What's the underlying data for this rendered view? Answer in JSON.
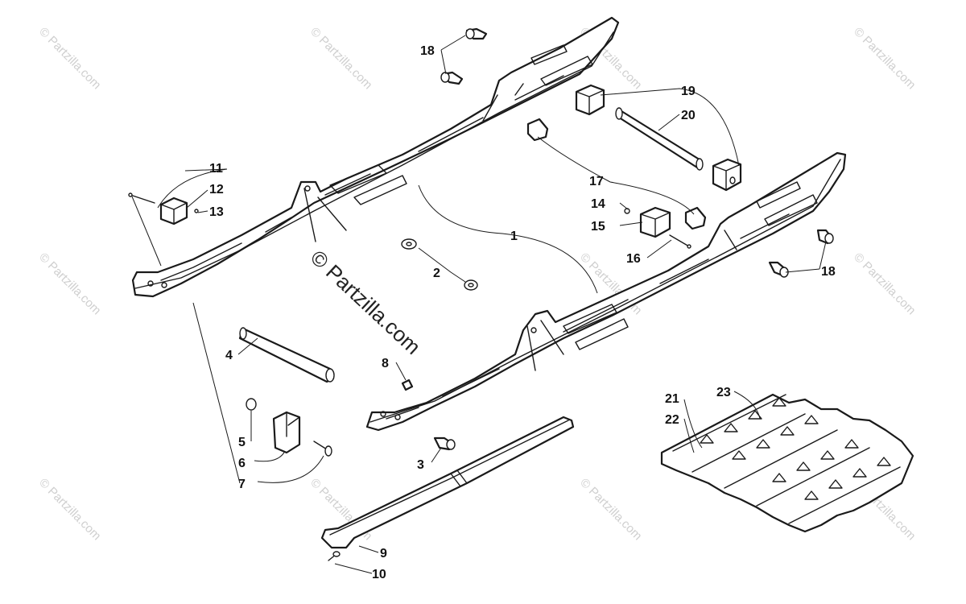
{
  "diagram": {
    "center_watermark": "© Partzilla.com",
    "watermark_text": "© Partzilla.com",
    "callouts": [
      {
        "id": "c1",
        "label": "1"
      },
      {
        "id": "c2",
        "label": "2"
      },
      {
        "id": "c3",
        "label": "3"
      },
      {
        "id": "c4",
        "label": "4"
      },
      {
        "id": "c5",
        "label": "5"
      },
      {
        "id": "c6",
        "label": "6"
      },
      {
        "id": "c7",
        "label": "7"
      },
      {
        "id": "c8",
        "label": "8"
      },
      {
        "id": "c9",
        "label": "9"
      },
      {
        "id": "c10",
        "label": "10"
      },
      {
        "id": "c11",
        "label": "11"
      },
      {
        "id": "c12",
        "label": "12"
      },
      {
        "id": "c13",
        "label": "13"
      },
      {
        "id": "c14",
        "label": "14"
      },
      {
        "id": "c15",
        "label": "15"
      },
      {
        "id": "c16",
        "label": "16"
      },
      {
        "id": "c17",
        "label": "17"
      },
      {
        "id": "c18a",
        "label": "18"
      },
      {
        "id": "c18b",
        "label": "18"
      },
      {
        "id": "c19",
        "label": "19"
      },
      {
        "id": "c20",
        "label": "20"
      },
      {
        "id": "c21",
        "label": "21"
      },
      {
        "id": "c22",
        "label": "22"
      },
      {
        "id": "c23",
        "label": "23"
      }
    ]
  }
}
